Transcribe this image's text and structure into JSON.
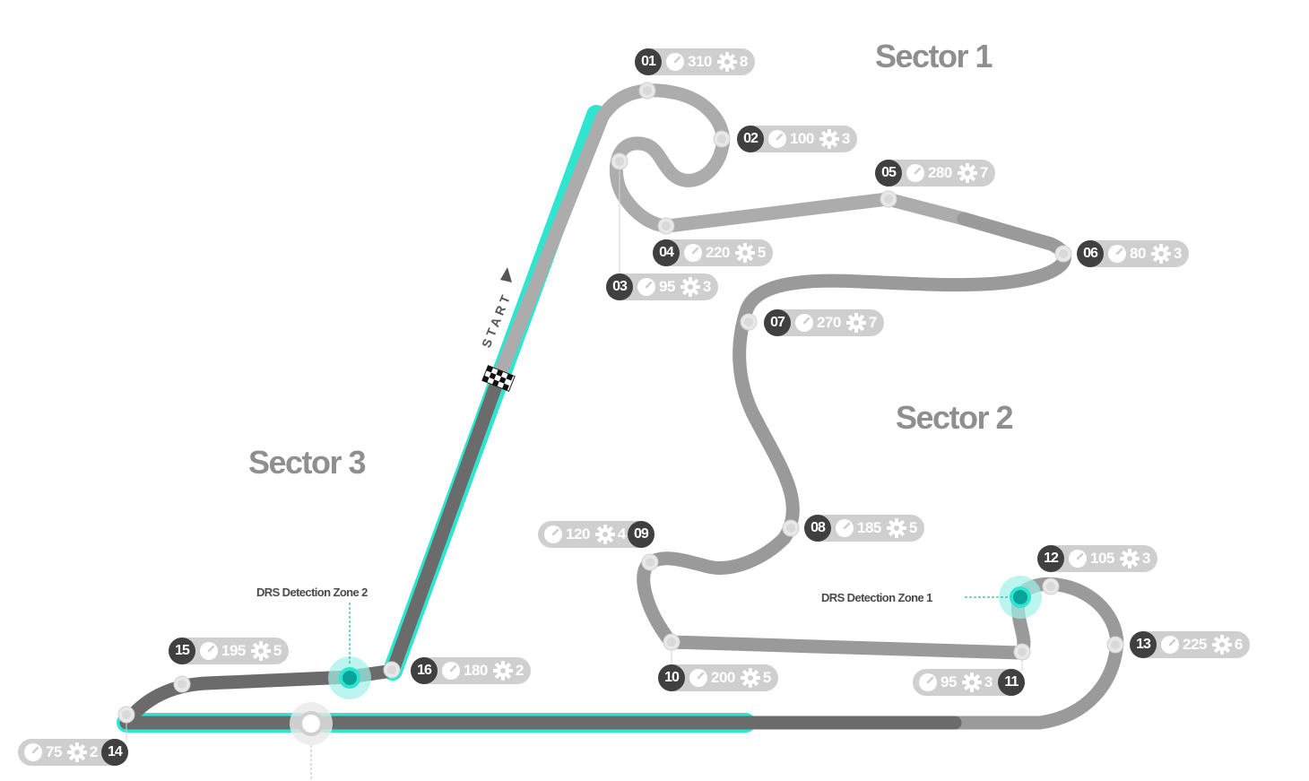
{
  "map": {
    "title": "Shanghai International Circuit",
    "colors": {
      "track_light": "#acacac",
      "track_mid": "#9a9a9a",
      "track_dark": "#6b6b6b",
      "drs_zone": "#2ee6d0",
      "drs_detection": "#0aa39a",
      "drs_detection_glow": "#9ff0ea",
      "badge_bg": "#cfcfcf",
      "badge_num": "#404040",
      "sector_text": "#8f8f8f"
    },
    "sectors": [
      {
        "label": "Sector 1"
      },
      {
        "label": "Sector 2"
      },
      {
        "label": "Sector 3"
      }
    ],
    "start_label": "START",
    "drs_detection_zones": [
      {
        "label": "DRS Detection Zone 1"
      },
      {
        "label": "DRS Detection Zone 2"
      }
    ],
    "corners": [
      {
        "number": "01",
        "speed_kmh": "310",
        "gear": "8"
      },
      {
        "number": "02",
        "speed_kmh": "100",
        "gear": "3"
      },
      {
        "number": "03",
        "speed_kmh": "95",
        "gear": "3"
      },
      {
        "number": "04",
        "speed_kmh": "220",
        "gear": "5"
      },
      {
        "number": "05",
        "speed_kmh": "280",
        "gear": "7"
      },
      {
        "number": "06",
        "speed_kmh": "80",
        "gear": "3"
      },
      {
        "number": "07",
        "speed_kmh": "270",
        "gear": "7"
      },
      {
        "number": "08",
        "speed_kmh": "185",
        "gear": "5"
      },
      {
        "number": "09",
        "speed_kmh": "120",
        "gear": "4"
      },
      {
        "number": "10",
        "speed_kmh": "200",
        "gear": "5"
      },
      {
        "number": "11",
        "speed_kmh": "95",
        "gear": "3"
      },
      {
        "number": "12",
        "speed_kmh": "105",
        "gear": "3"
      },
      {
        "number": "13",
        "speed_kmh": "225",
        "gear": "6"
      },
      {
        "number": "14",
        "speed_kmh": "75",
        "gear": "2"
      },
      {
        "number": "15",
        "speed_kmh": "195",
        "gear": "5"
      },
      {
        "number": "16",
        "speed_kmh": "180",
        "gear": "2"
      }
    ],
    "icons": {
      "speed": "speedometer-icon",
      "gear": "gear-icon",
      "start": "chequered-flag-icon"
    }
  }
}
